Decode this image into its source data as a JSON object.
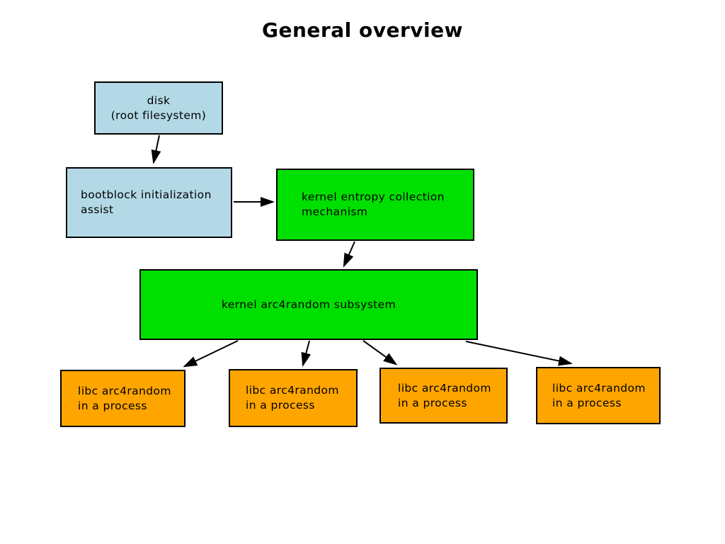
{
  "title": "General overview",
  "colors": {
    "bg": "#ffffff",
    "blue-box": "#b3d9e6",
    "green-box": "#00e000",
    "orange-box": "#ffa500",
    "border": "#000000",
    "text": "#000000"
  },
  "nodes": {
    "disk": {
      "lines": [
        "disk",
        "(root filesystem)"
      ]
    },
    "bootblock": {
      "lines": [
        "bootblock initialization",
        "assist"
      ]
    },
    "entropy": {
      "lines": [
        "kernel entropy collection",
        "mechanism"
      ]
    },
    "subsystem": {
      "lines": [
        "kernel arc4random subsystem"
      ]
    },
    "libc": [
      {
        "lines": [
          "libc arc4random",
          "in a process"
        ]
      },
      {
        "lines": [
          "libc arc4random",
          "in a process"
        ]
      },
      {
        "lines": [
          "libc arc4random",
          "in a process"
        ]
      },
      {
        "lines": [
          "libc arc4random",
          "in a process"
        ]
      }
    ]
  }
}
